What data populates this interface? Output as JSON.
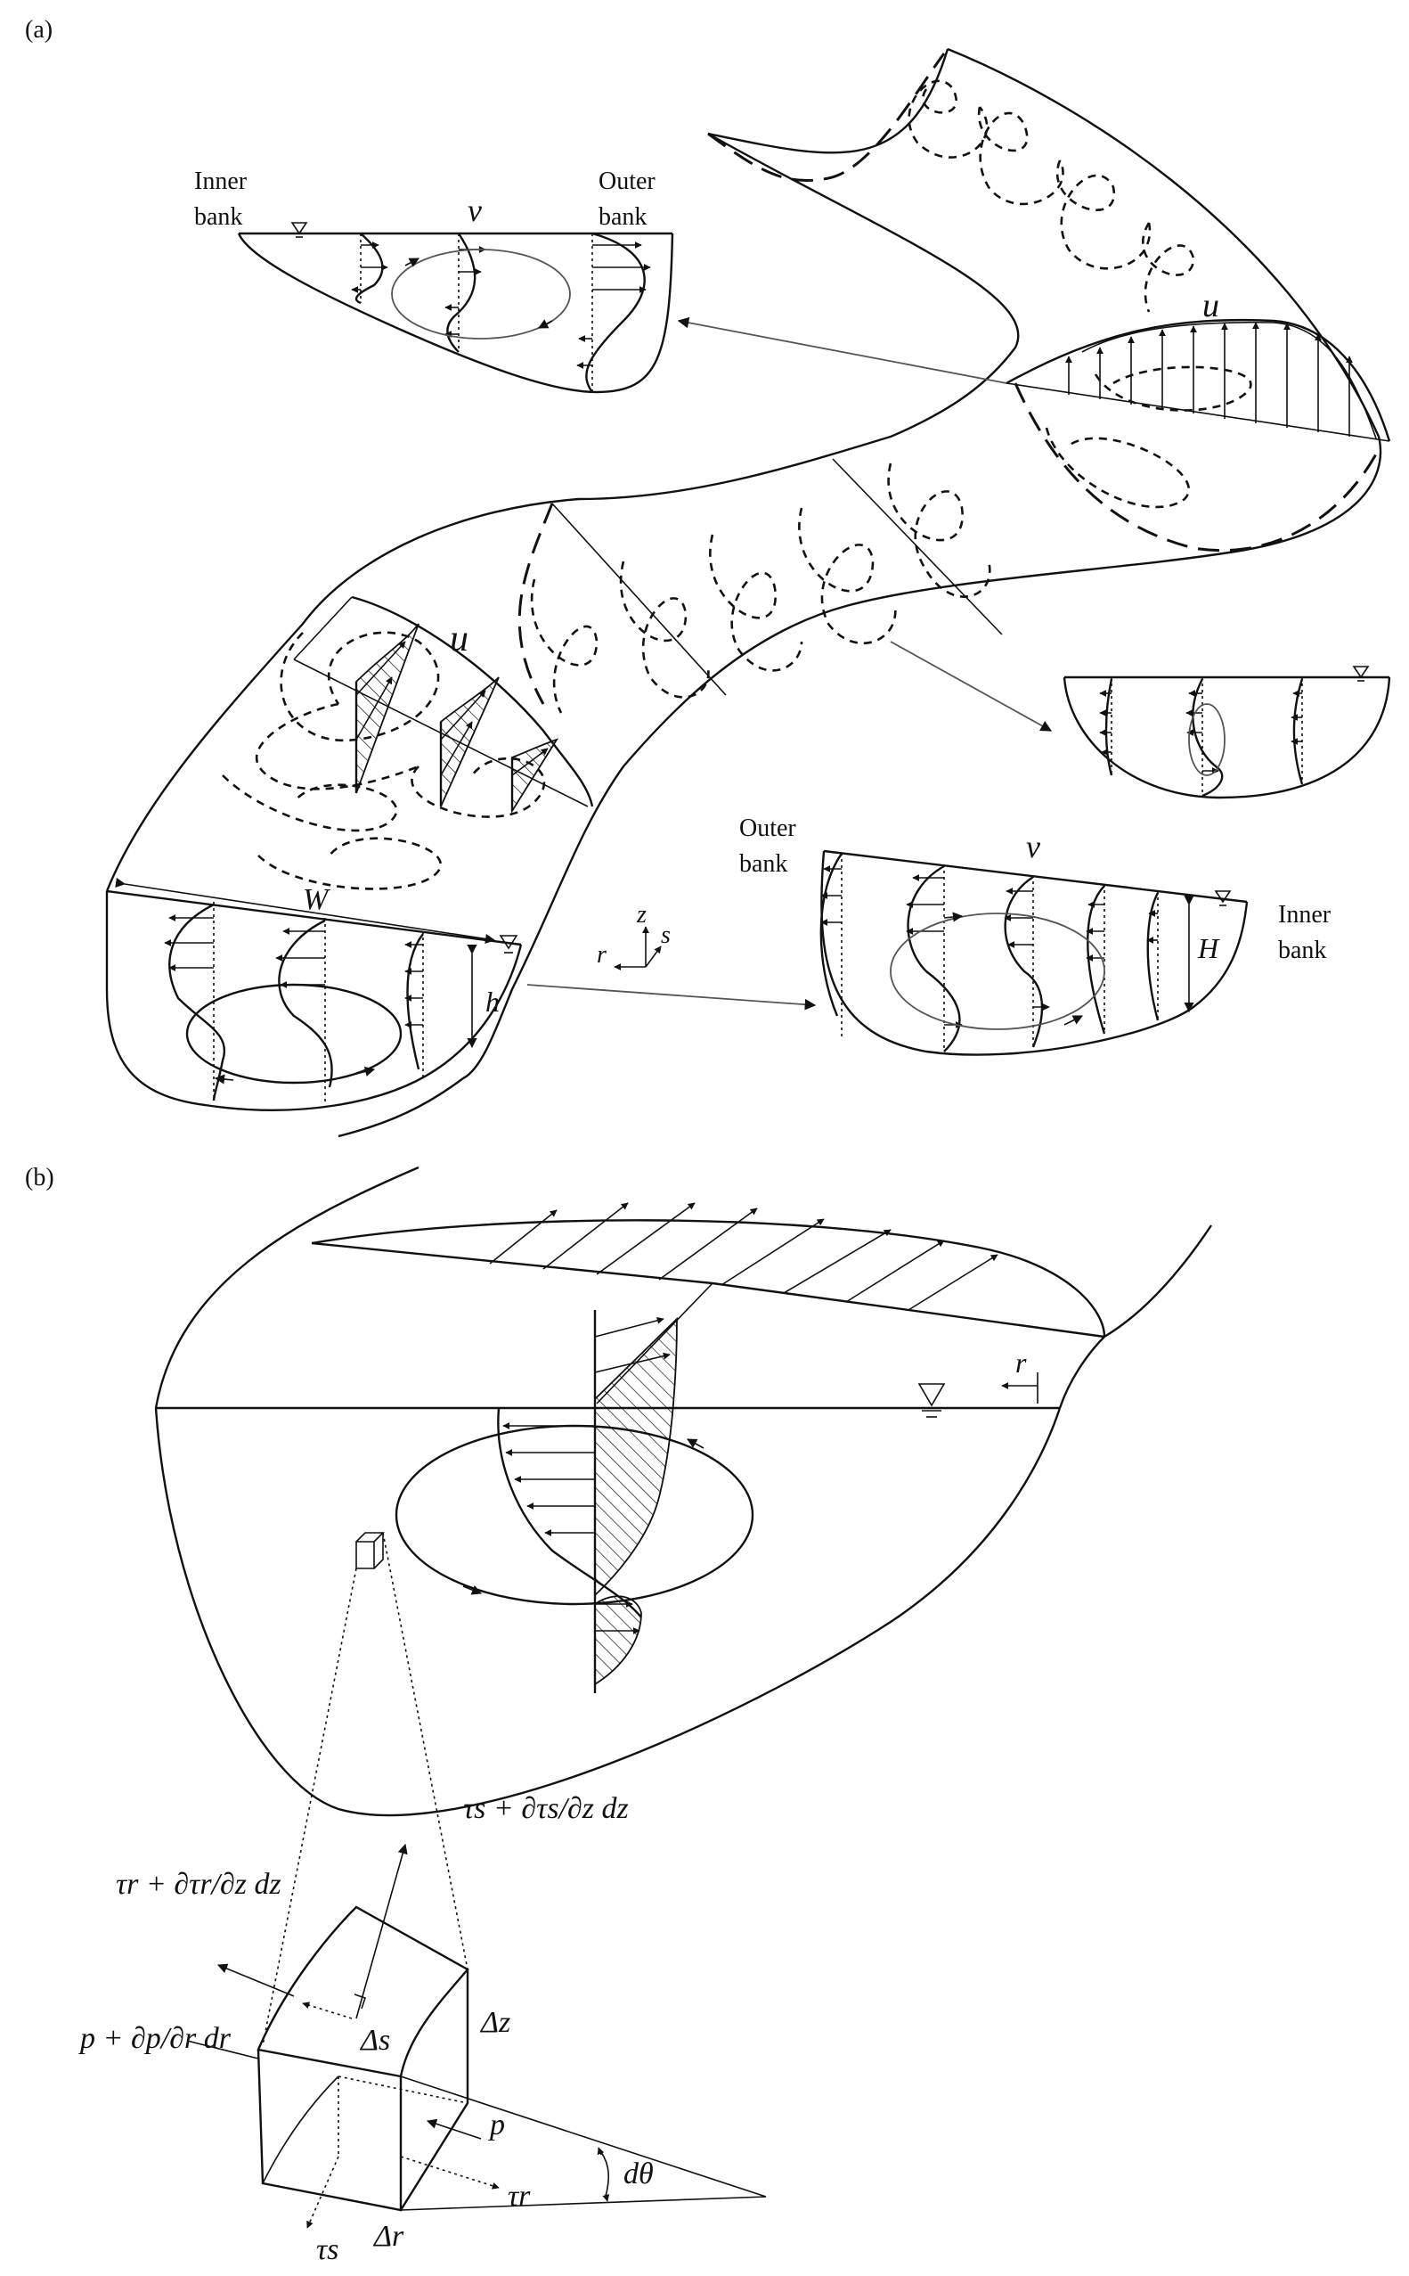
{
  "panel_a": {
    "label": "(a)",
    "inner_bank": [
      "Inner",
      "bank"
    ],
    "outer_bank": [
      "Outer",
      "bank"
    ],
    "outer_bank_2": [
      "Outer",
      "bank"
    ],
    "inner_bank_2": [
      "Inner",
      "bank"
    ],
    "v_top": "v",
    "u_right": "u",
    "u_left": "u",
    "v_bottom": "v",
    "width_label": "W",
    "depth_label_h": "h",
    "depth_label_H": "H",
    "axis_z": "z",
    "axis_s": "s",
    "axis_r": "r"
  },
  "panel_b": {
    "label": "(b)",
    "r_label": "r",
    "tau_s_top": "τs + ∂τs/∂z dz",
    "tau_r_top": "τr + ∂τr/∂z dz",
    "p_dp": "p + ∂p/∂r dr",
    "delta_s": "Δs",
    "delta_z": "Δz",
    "delta_r": "Δr",
    "p": "p",
    "tau_r": "τr",
    "tau_s": "τs",
    "dtheta": "dθ"
  },
  "colors": {
    "ink": "#111111",
    "thin": "#555555",
    "background": "#ffffff"
  }
}
